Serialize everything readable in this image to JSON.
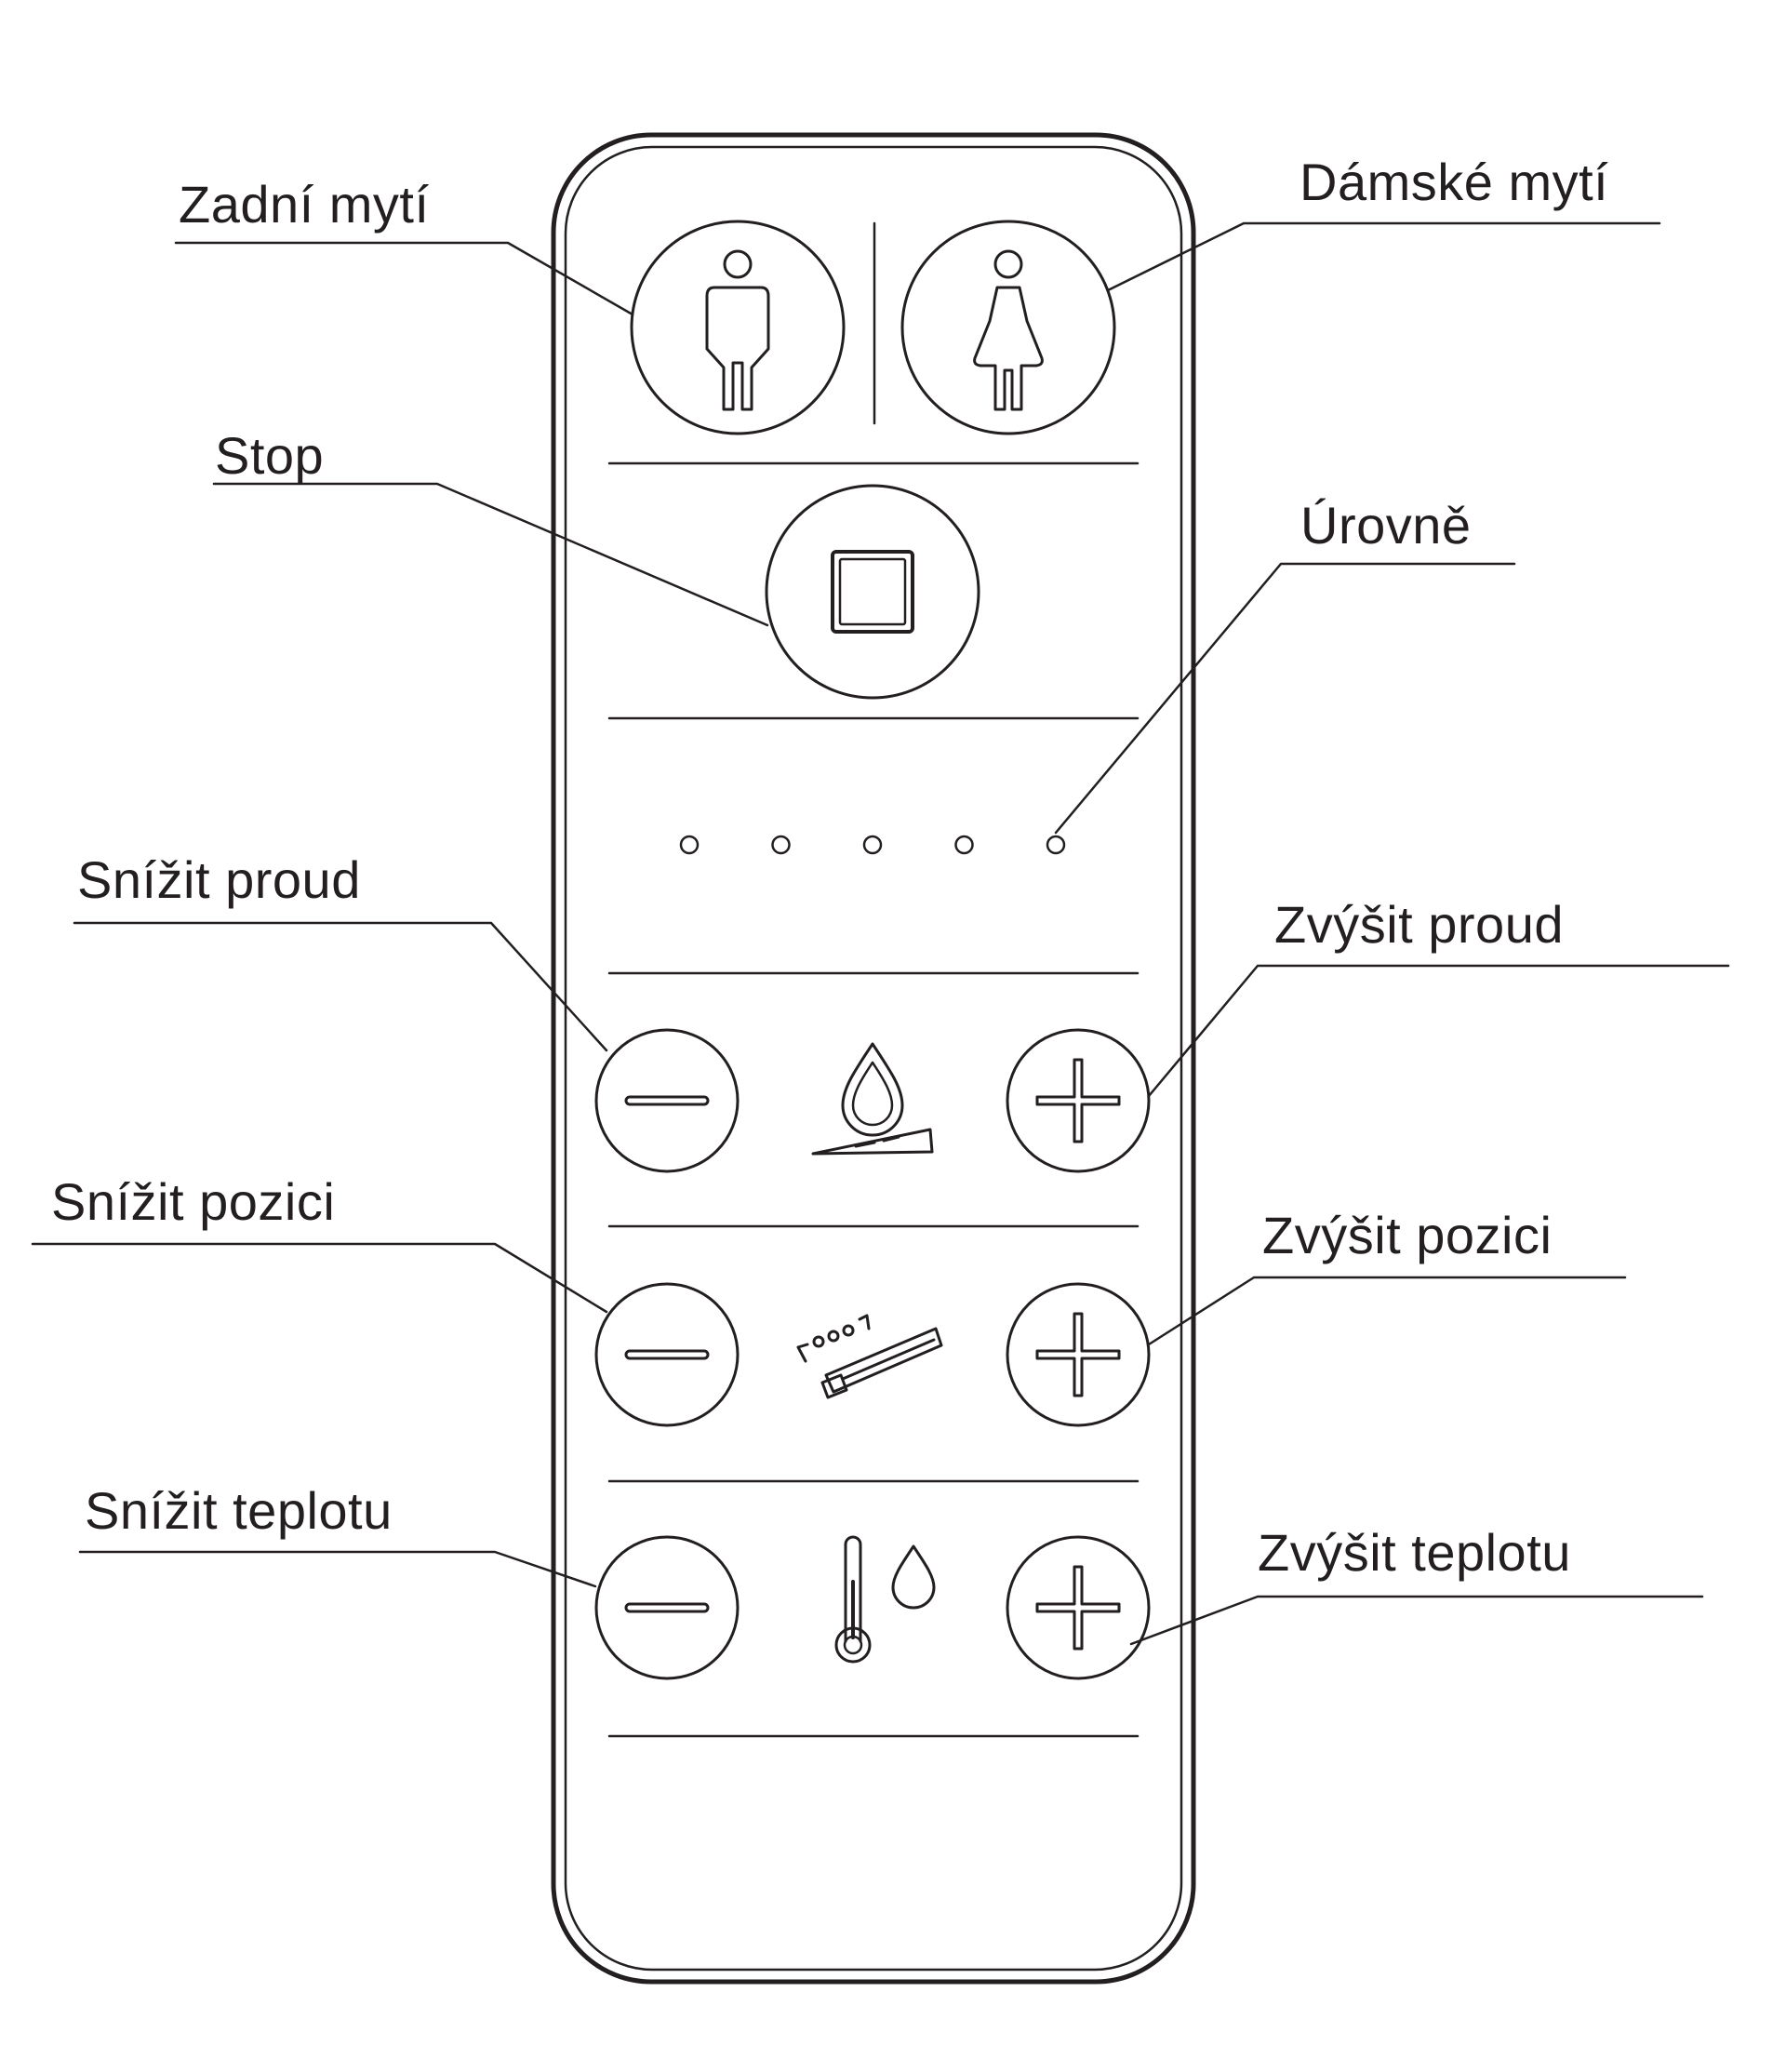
{
  "colors": {
    "ink": "#231f20",
    "background": "#ffffff",
    "panel_fill": "#ffffff"
  },
  "labels": {
    "rear_wash": "Zadní mytí",
    "lady_wash": "Dámské mytí",
    "stop": "Stop",
    "levels": "Úrovně",
    "decrease_pressure": "Snížit proud",
    "increase_pressure": "Zvýšit proud",
    "decrease_position": "Snížit pozici",
    "increase_position": "Zvýšit pozici",
    "decrease_temperature": "Snížit teplotu",
    "increase_temperature": "Zvýšit teplotu"
  },
  "icons": {
    "rear_wash": "man-icon",
    "lady_wash": "woman-icon",
    "stop": "square-stop-icon",
    "pressure": "water-drop-nozzle-icon",
    "position": "nozzle-position-icon",
    "temperature": "thermometer-drop-icon",
    "decrease": "minus-icon",
    "increase": "plus-icon",
    "level_indicator": "led-dot-icon"
  },
  "level_indicators": {
    "count": 5
  }
}
